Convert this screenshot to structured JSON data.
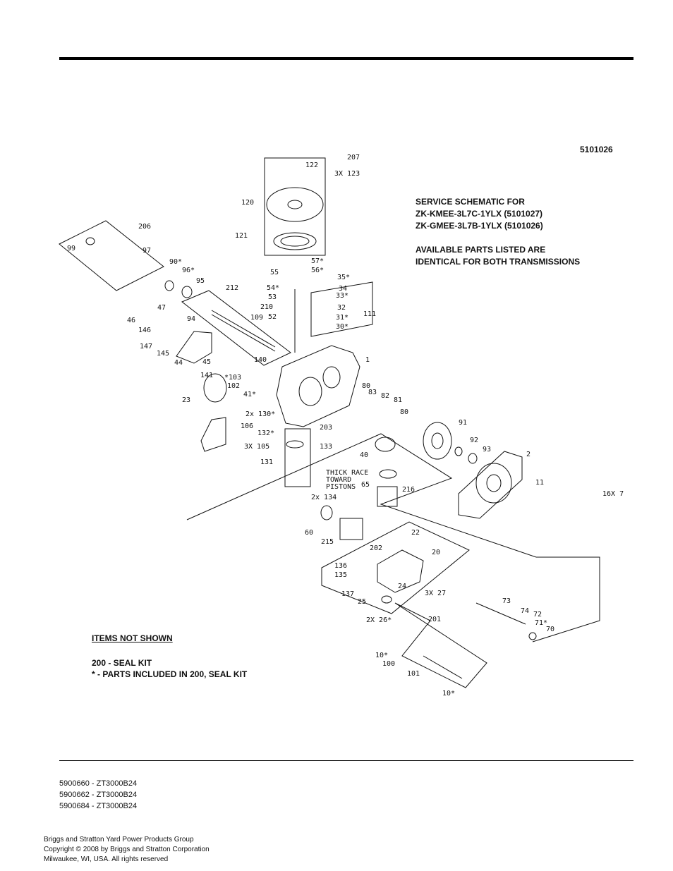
{
  "schematic_id": "5101026",
  "service_lines": [
    "SERVICE SCHEMATIC FOR",
    "ZK-KMEE-3L7C-1YLX (5101027)",
    "ZK-GMEE-3L7B-1YLX (5101026)",
    "",
    "AVAILABLE PARTS LISTED ARE",
    "IDENTICAL FOR BOTH TRANSMISSIONS"
  ],
  "items_not_shown": {
    "heading": "ITEMS NOT SHOWN",
    "lines": [
      "200 - SEAL KIT",
      "* - PARTS INCLUDED IN 200, SEAL KIT"
    ]
  },
  "models": [
    "5900660 - ZT3000B24",
    "5900662 - ZT3000B24",
    "5900684 - ZT3000B24"
  ],
  "footer": [
    "Briggs and Stratton Yard Power Products Group",
    "Copyright ©  2008 by Briggs and Stratton Corporation",
    "Milwaukee, WI, USA. All rights reserved"
  ],
  "callouts": [
    "122",
    "207",
    "3X 123",
    "120",
    "121",
    "206",
    "99",
    "97",
    "90*",
    "96*",
    "95",
    "57*",
    "56*",
    "55",
    "35*",
    "34",
    "54*",
    "33*",
    "53",
    "212",
    "210",
    "32",
    "111",
    "109",
    "52",
    "31*",
    "30*",
    "47",
    "46",
    "94",
    "146",
    "147",
    "145",
    "44",
    "45",
    "140",
    "1",
    "141",
    "*103",
    "102",
    "80",
    "83",
    "82",
    "81",
    "41*",
    "23",
    "2x 130*",
    "80",
    "91",
    "106",
    "132*",
    "203",
    "3X 105",
    "133",
    "131",
    "92",
    "93",
    "2",
    "40",
    "11",
    "THICK RACE",
    "TOWARD",
    "PISTONS",
    "65",
    "216",
    "16X 7",
    "2x 134",
    "60",
    "22",
    "215",
    "202",
    "20",
    "136",
    "135",
    "24",
    "3X 27",
    "137",
    "25",
    "73",
    "74",
    "72",
    "2X 26*",
    "201",
    "71*",
    "70",
    "10*",
    "100",
    "101",
    "10*"
  ]
}
